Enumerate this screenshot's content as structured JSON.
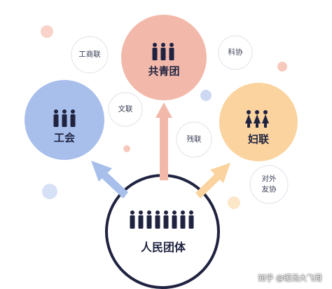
{
  "diagram": {
    "center": {
      "label": "人民团体"
    },
    "nodes": [
      {
        "id": "gongqingtuan",
        "label": "共青团",
        "color": "#f2b9ab"
      },
      {
        "id": "gonghui",
        "label": "工会",
        "color": "#a8bfec"
      },
      {
        "id": "fulian",
        "label": "妇联",
        "color": "#fad39e"
      }
    ],
    "small_nodes": [
      {
        "id": "gongshanglian",
        "label": "工商联"
      },
      {
        "id": "kexie",
        "label": "科协"
      },
      {
        "id": "wenlian",
        "label": "文联"
      },
      {
        "id": "canlian",
        "label": "残联"
      },
      {
        "id": "duiwaiyouxie",
        "label": "对外\n友协"
      }
    ],
    "watermark": "知乎 @暖汤大飞哥"
  }
}
